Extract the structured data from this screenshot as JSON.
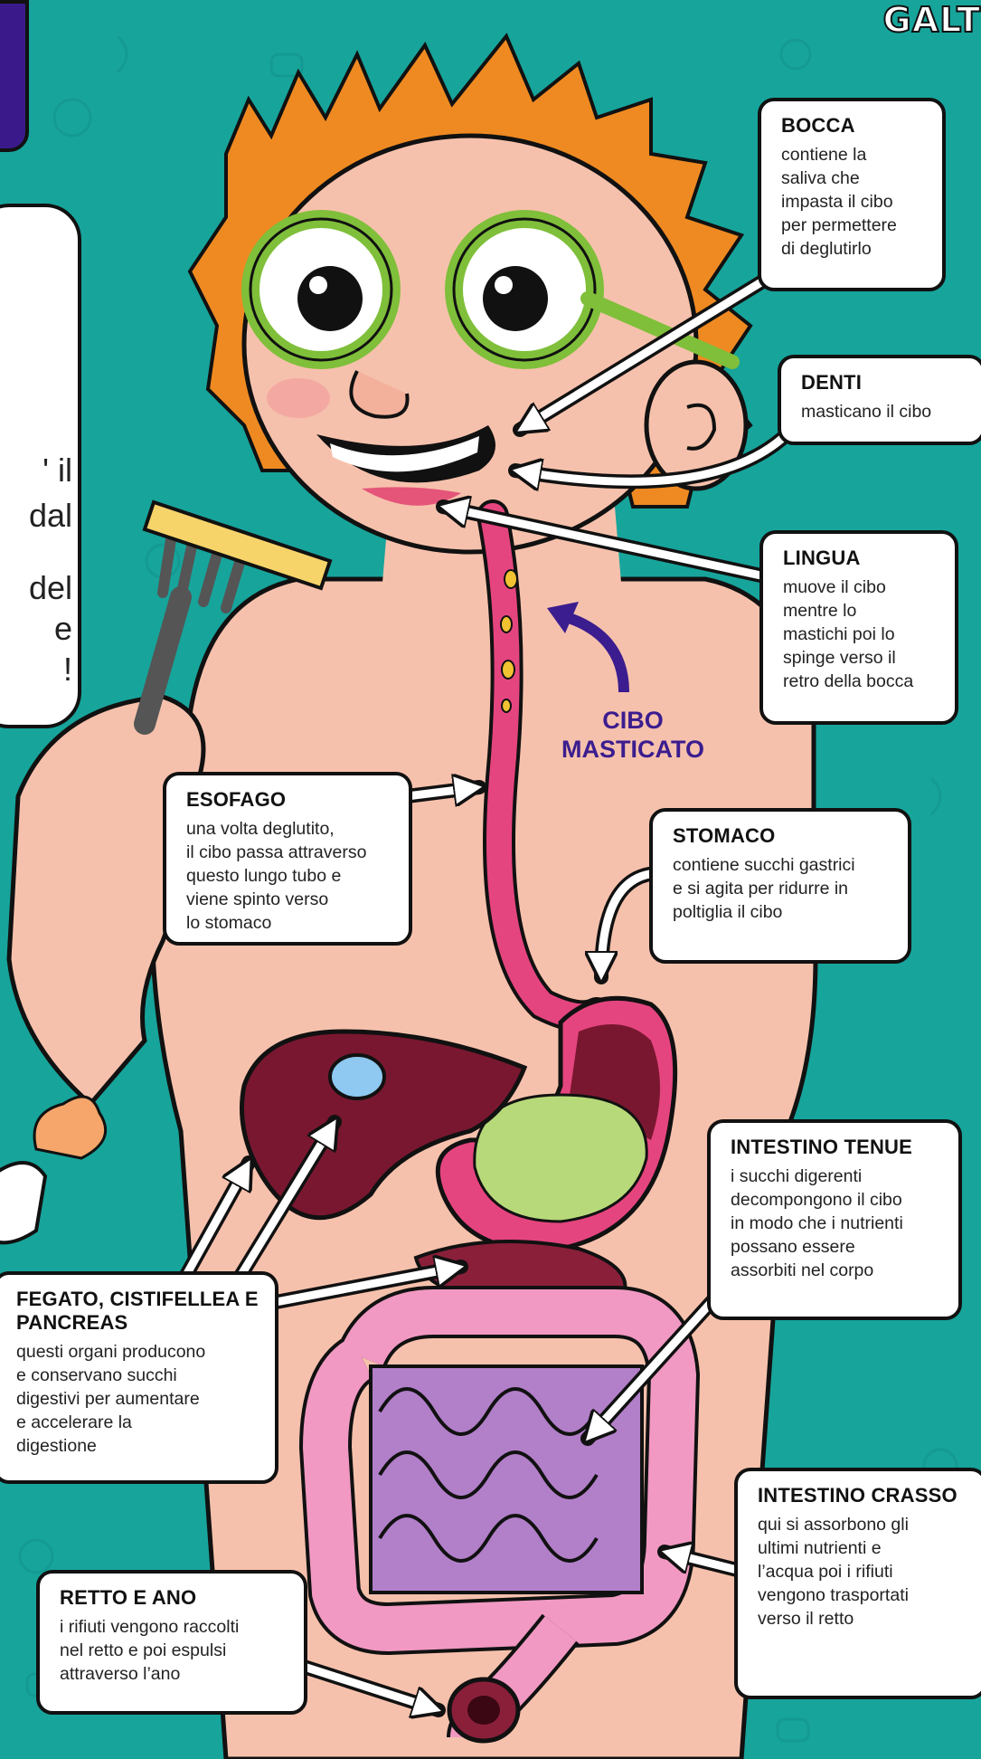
{
  "brand": {
    "logo_text": "GALT"
  },
  "left_panel_fragments": [
    "' il",
    "dal",
    "del",
    "e",
    "!"
  ],
  "annotation": {
    "cibo_masticato": [
      "CIBO",
      "MASTICATO"
    ]
  },
  "labels": {
    "bocca": {
      "title": "BOCCA",
      "text": "contiene la\nsaliva che\nimpasta il cibo\nper permettere\ndi deglutirlo"
    },
    "denti": {
      "title": "DENTI",
      "text": "masticano il cibo"
    },
    "lingua": {
      "title": "LINGUA",
      "text": "muove il cibo\nmentre lo\nmastichi poi lo\nspinge verso il\nretro della bocca"
    },
    "esofago": {
      "title": "ESOFAGO",
      "text": "una volta deglutito,\nil cibo passa attraverso\nquesto lungo tubo e\nviene spinto verso\nlo stomaco"
    },
    "stomaco": {
      "title": "STOMACO",
      "text": "contiene succhi gastrici\ne si agita per ridurre in\npoltiglia il cibo"
    },
    "intestino_tenue": {
      "title": "INTESTINO TENUE",
      "text": "i succhi digerenti\ndecompongono il cibo\nin modo che i nutrienti\npossano essere\nassorbiti nel corpo"
    },
    "fegato": {
      "title": "FEGATO, CISTIFELLEA E\nPANCREAS",
      "text": "questi organi producono\ne conservano succhi\ndigestivi per aumentare\ne accelerare la\ndigestione"
    },
    "intestino_crasso": {
      "title": "INTESTINO CRASSO",
      "text": "qui si assorbono gli\nultimi nutrienti e\nl’acqua poi i rifiuti\nvengono trasportati\nverso il retto"
    },
    "retto": {
      "title": "RETTO E ANO",
      "text": "i rifiuti vengono raccolti\nnel retto e poi espulsi\nattraverso l’ano"
    }
  },
  "colors": {
    "background": "#17a49b",
    "skin": "#f6c1ac",
    "hair": "#ef8a22",
    "esophagus": "#e5457f",
    "stomach_content": "#b7d97a",
    "small_intestine": "#b27fc9",
    "large_intestine": "#f199c2",
    "liver": "#7a1730",
    "gallbladder": "#8fc8f0",
    "annotation_text": "#3b1d8f"
  }
}
